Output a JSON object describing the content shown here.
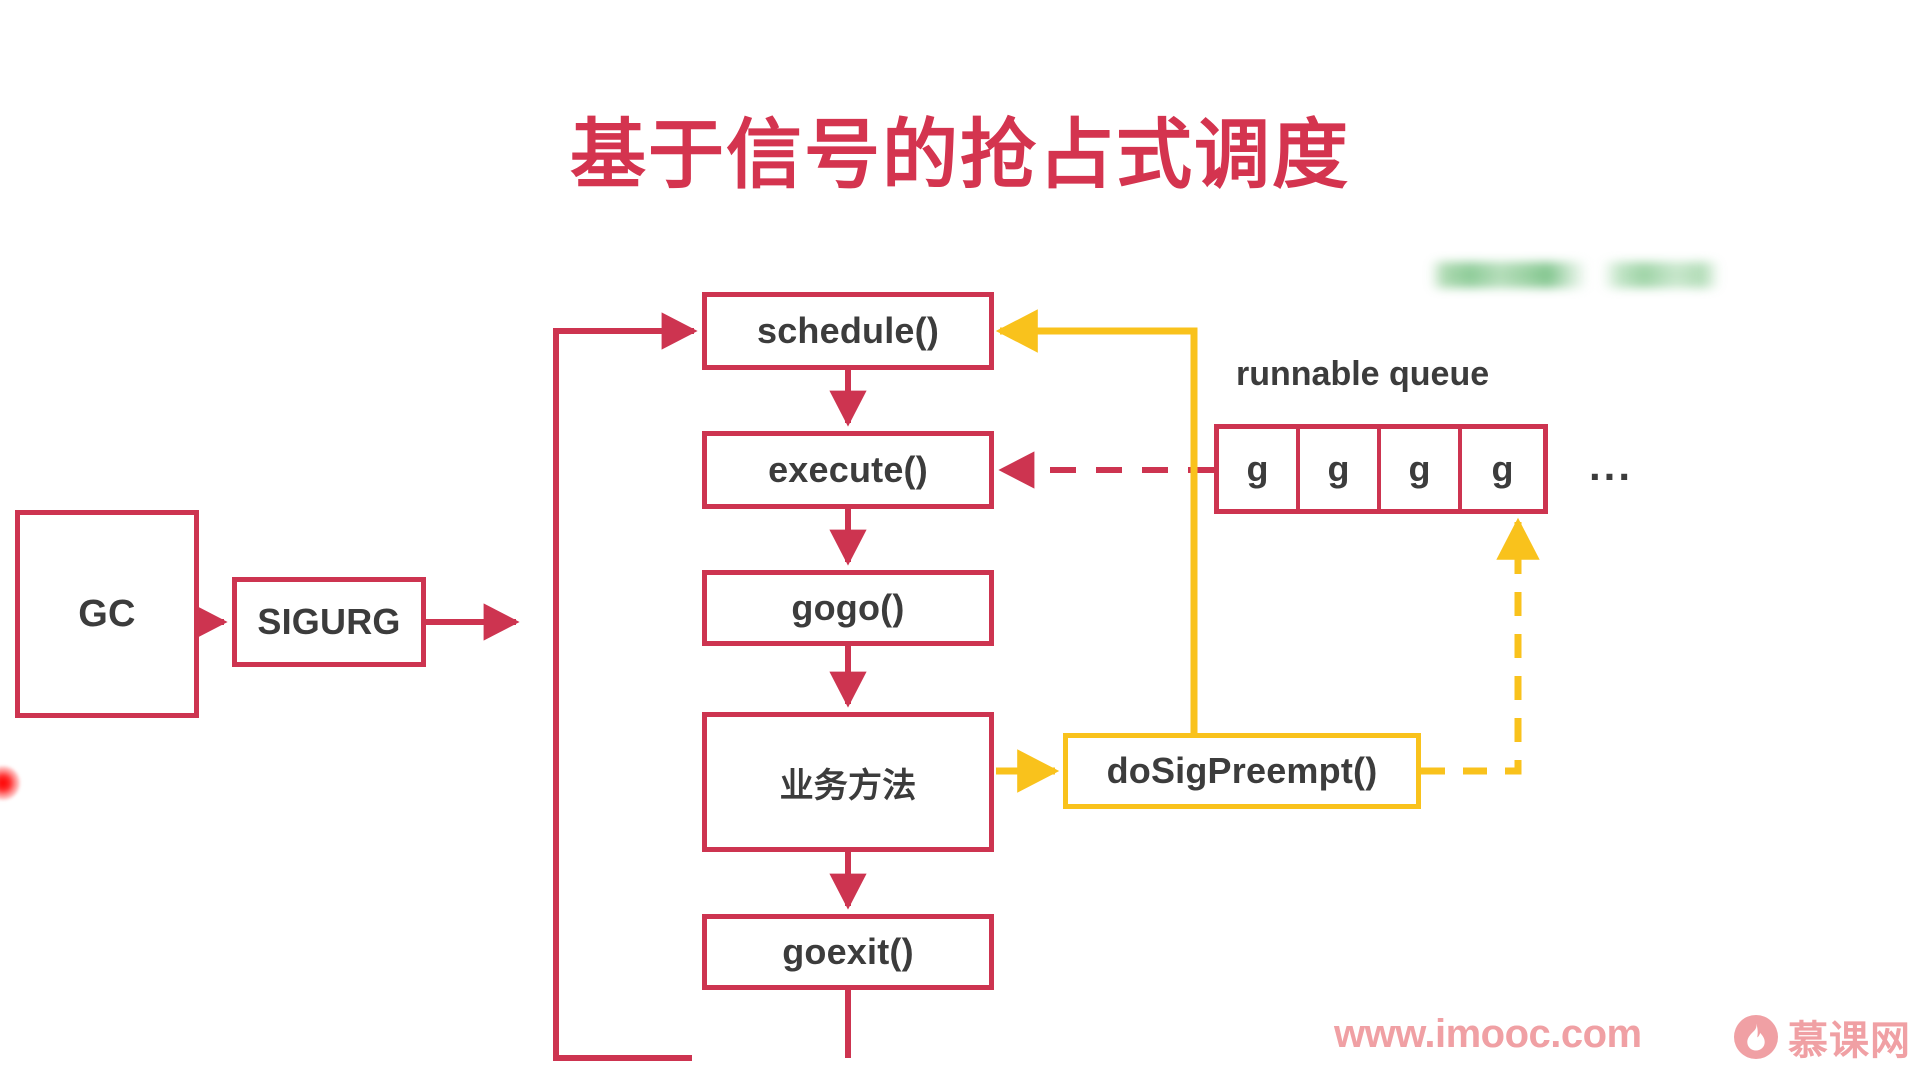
{
  "page": {
    "title": "基于信号的抢占式调度",
    "background": "#ffffff"
  },
  "colors": {
    "red": "#cd3450",
    "title_red": "#d4344f",
    "amber": "#f9c21c",
    "text": "#3c3c3c",
    "watermark_pink": "#f0a0a4",
    "redaction_green": "#8fcd98"
  },
  "nodes": {
    "gc": "GC",
    "sigurg": "SIGURG",
    "schedule": "schedule()",
    "execute": "execute()",
    "gogo": "gogo()",
    "business": "业务方法",
    "goexit": "goexit()",
    "dosigpreempt": "doSigPreempt()"
  },
  "queue": {
    "label": "runnable queue",
    "cells": [
      "g",
      "g",
      "g",
      "g"
    ],
    "ellipsis": "..."
  },
  "watermark": {
    "url": "www.imooc.com",
    "brand": "慕课网",
    "logo_icon": "flame-icon"
  },
  "diagram_data": {
    "type": "flowchart",
    "edges": [
      {
        "from": "gc",
        "to": "sigurg",
        "style": "solid",
        "color": "#cd3450"
      },
      {
        "from": "sigurg",
        "to": "schedule-bus",
        "style": "solid",
        "color": "#cd3450"
      },
      {
        "from": "return-bus",
        "to": "schedule",
        "style": "solid",
        "color": "#cd3450"
      },
      {
        "from": "schedule",
        "to": "execute",
        "style": "solid",
        "color": "#cd3450"
      },
      {
        "from": "execute",
        "to": "gogo",
        "style": "solid",
        "color": "#cd3450"
      },
      {
        "from": "gogo",
        "to": "business",
        "style": "solid",
        "color": "#cd3450"
      },
      {
        "from": "business",
        "to": "goexit",
        "style": "solid",
        "color": "#cd3450"
      },
      {
        "from": "goexit",
        "to": "schedule",
        "style": "solid",
        "color": "#cd3450",
        "routing": "left-loop"
      },
      {
        "from": "queue",
        "to": "execute",
        "style": "dashed",
        "color": "#cd3450"
      },
      {
        "from": "business",
        "to": "dosigpreempt",
        "style": "solid",
        "color": "#f9c21c"
      },
      {
        "from": "dosigpreempt",
        "to": "schedule",
        "style": "solid",
        "color": "#f9c21c"
      },
      {
        "from": "dosigpreempt",
        "to": "queue",
        "style": "dashed",
        "color": "#f9c21c"
      }
    ]
  }
}
